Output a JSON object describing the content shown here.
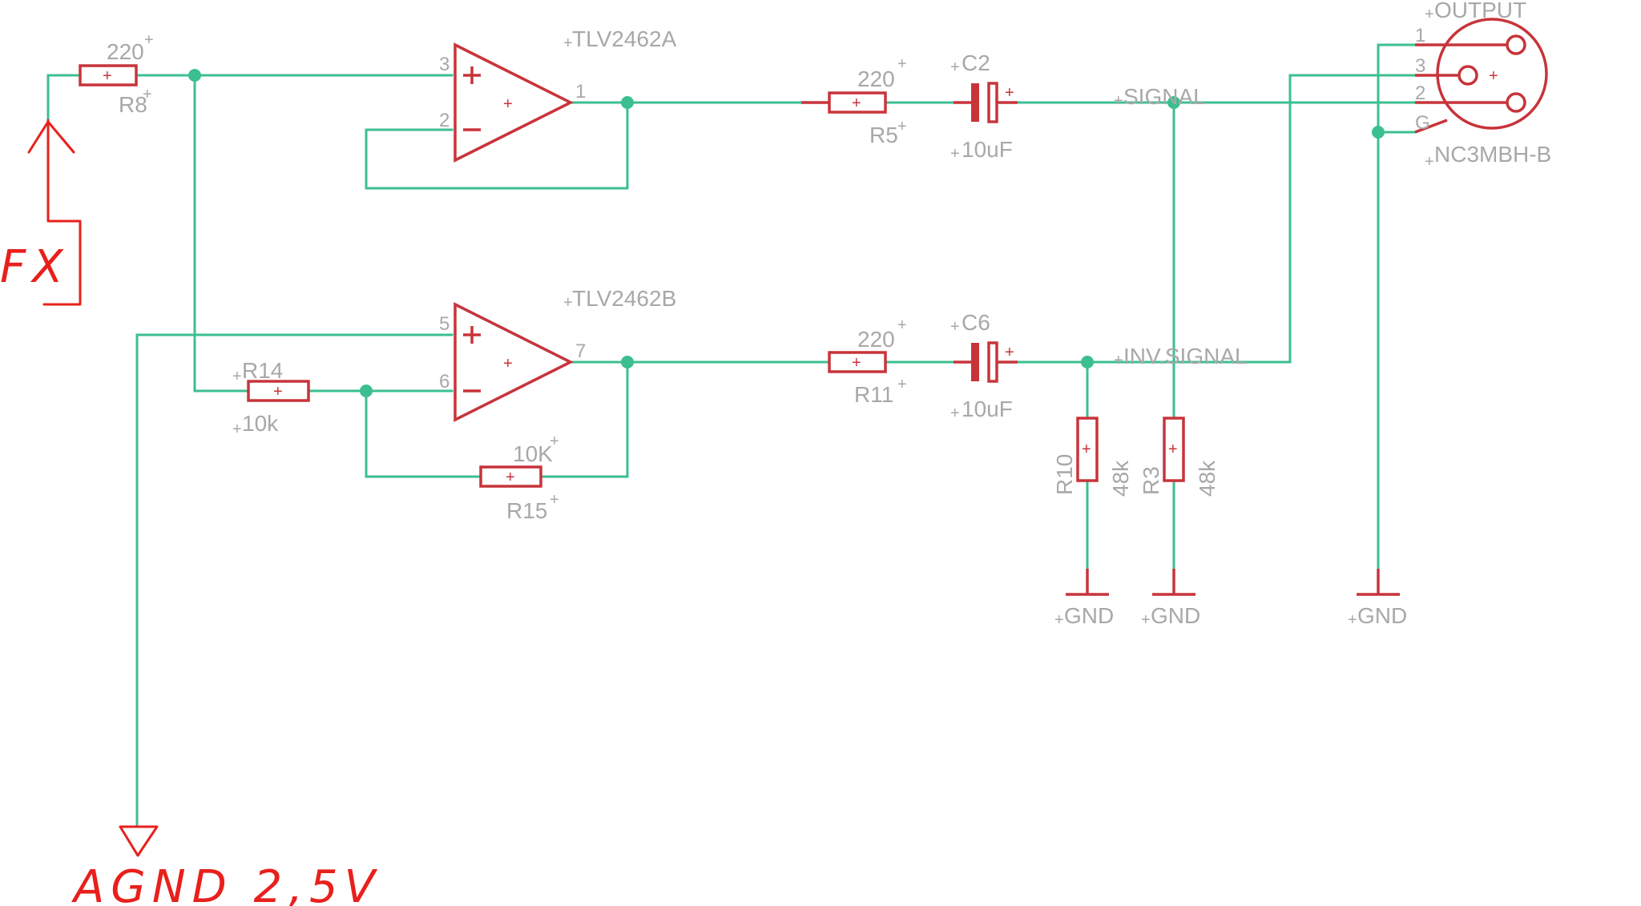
{
  "schematic": {
    "opamps": {
      "a": {
        "name": "TLV2462A",
        "pins": {
          "noninv": "3",
          "inv": "2",
          "out": "1"
        }
      },
      "b": {
        "name": "TLV2462B",
        "pins": {
          "noninv": "5",
          "inv": "6",
          "out": "7"
        }
      }
    },
    "resistors": {
      "r8": {
        "name": "R8",
        "value": "220"
      },
      "r5": {
        "name": "R5",
        "value": "220"
      },
      "r14": {
        "name": "R14",
        "value": "10k"
      },
      "r15": {
        "name": "R15",
        "value": "10K"
      },
      "r11": {
        "name": "R11",
        "value": "220"
      },
      "r10": {
        "name": "R10",
        "value": "48k"
      },
      "r3": {
        "name": "R3",
        "value": "48k"
      }
    },
    "capacitors": {
      "c2": {
        "name": "C2",
        "value": "10uF"
      },
      "c6": {
        "name": "C6",
        "value": "10uF"
      }
    },
    "nets": {
      "signal": "SIGNAL",
      "inv_signal": "INV.SIGNAL",
      "gnd": "GND"
    },
    "connector": {
      "name": "OUTPUT",
      "part": "NC3MBH-B",
      "pins": [
        "1",
        "3",
        "2",
        "G"
      ]
    }
  },
  "annotations": {
    "fx": "FX",
    "agnd": "AGND 2,5V"
  },
  "colors": {
    "wire": "#3cbf8f",
    "symbol": "#c7343a",
    "label": "#a8a8a8",
    "annotation": "#e8201c"
  }
}
